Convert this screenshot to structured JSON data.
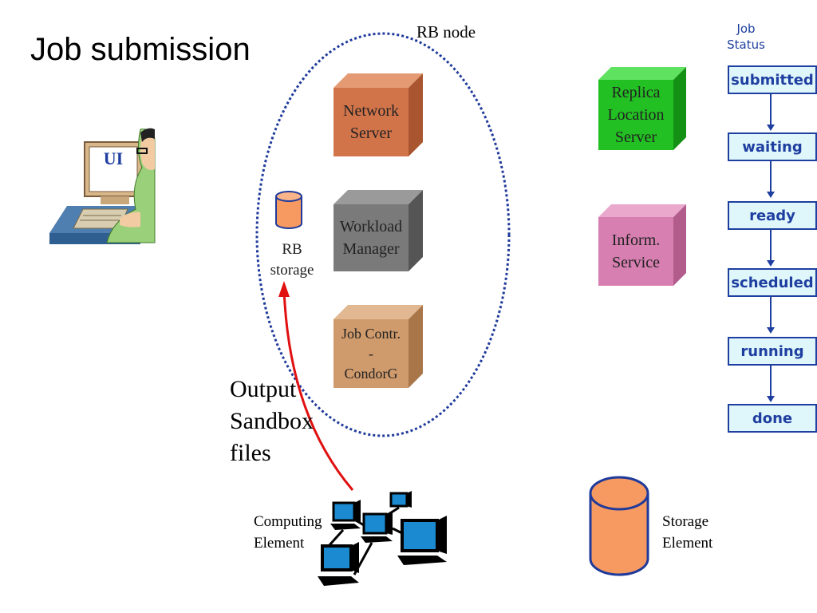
{
  "title": "Job submission",
  "rb_node": {
    "label": "RB node"
  },
  "ui": {
    "label": "UI"
  },
  "components": {
    "network_server": [
      "Network",
      "Server"
    ],
    "workload_manager": [
      "Workload",
      "Manager"
    ],
    "job_controller": [
      "Job Contr.",
      "-",
      "CondorG"
    ],
    "replica_location_server": [
      "Replica",
      "Location",
      "Server"
    ],
    "information_service": [
      "Inform.",
      "Service"
    ]
  },
  "rb_storage": [
    "RB",
    "storage"
  ],
  "output_sandbox": [
    "Output",
    "Sandbox",
    "files"
  ],
  "computing_element": [
    "Computing",
    "Element"
  ],
  "storage_element": [
    "Storage",
    "Element"
  ],
  "job_status": {
    "header": [
      "Job",
      "Status"
    ],
    "states": [
      "submitted",
      "waiting",
      "ready",
      "scheduled",
      "running",
      "done"
    ]
  },
  "colors": {
    "network_server": "#d2744a",
    "workload_manager": "#7a7a7a",
    "job_controller": "#d09b6c",
    "replica_location_server": "#22c022",
    "information_service": "#d77fb0",
    "storage": "#f79a62",
    "status_fill": "#dff6fb",
    "status_border": "#1f3fa0",
    "ellipse": "#1f3a9a",
    "arrow": "#e01010"
  }
}
